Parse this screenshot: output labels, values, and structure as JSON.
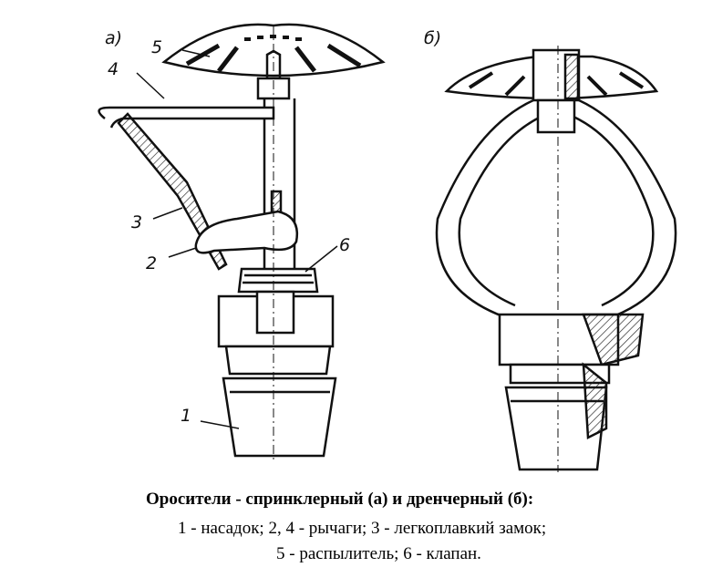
{
  "figure": {
    "panel_a": "a)",
    "panel_b": "б)",
    "callouts": [
      "1",
      "2",
      "3",
      "4",
      "5",
      "6"
    ]
  },
  "caption": {
    "title": "Оросители - спринклерный (а) и дренчерный (б):",
    "line1": "1 - насадок; 2, 4 - рычаги; 3 - легкоплавкий замок;",
    "line2": "5 - распылитель; 6 - клапан."
  }
}
